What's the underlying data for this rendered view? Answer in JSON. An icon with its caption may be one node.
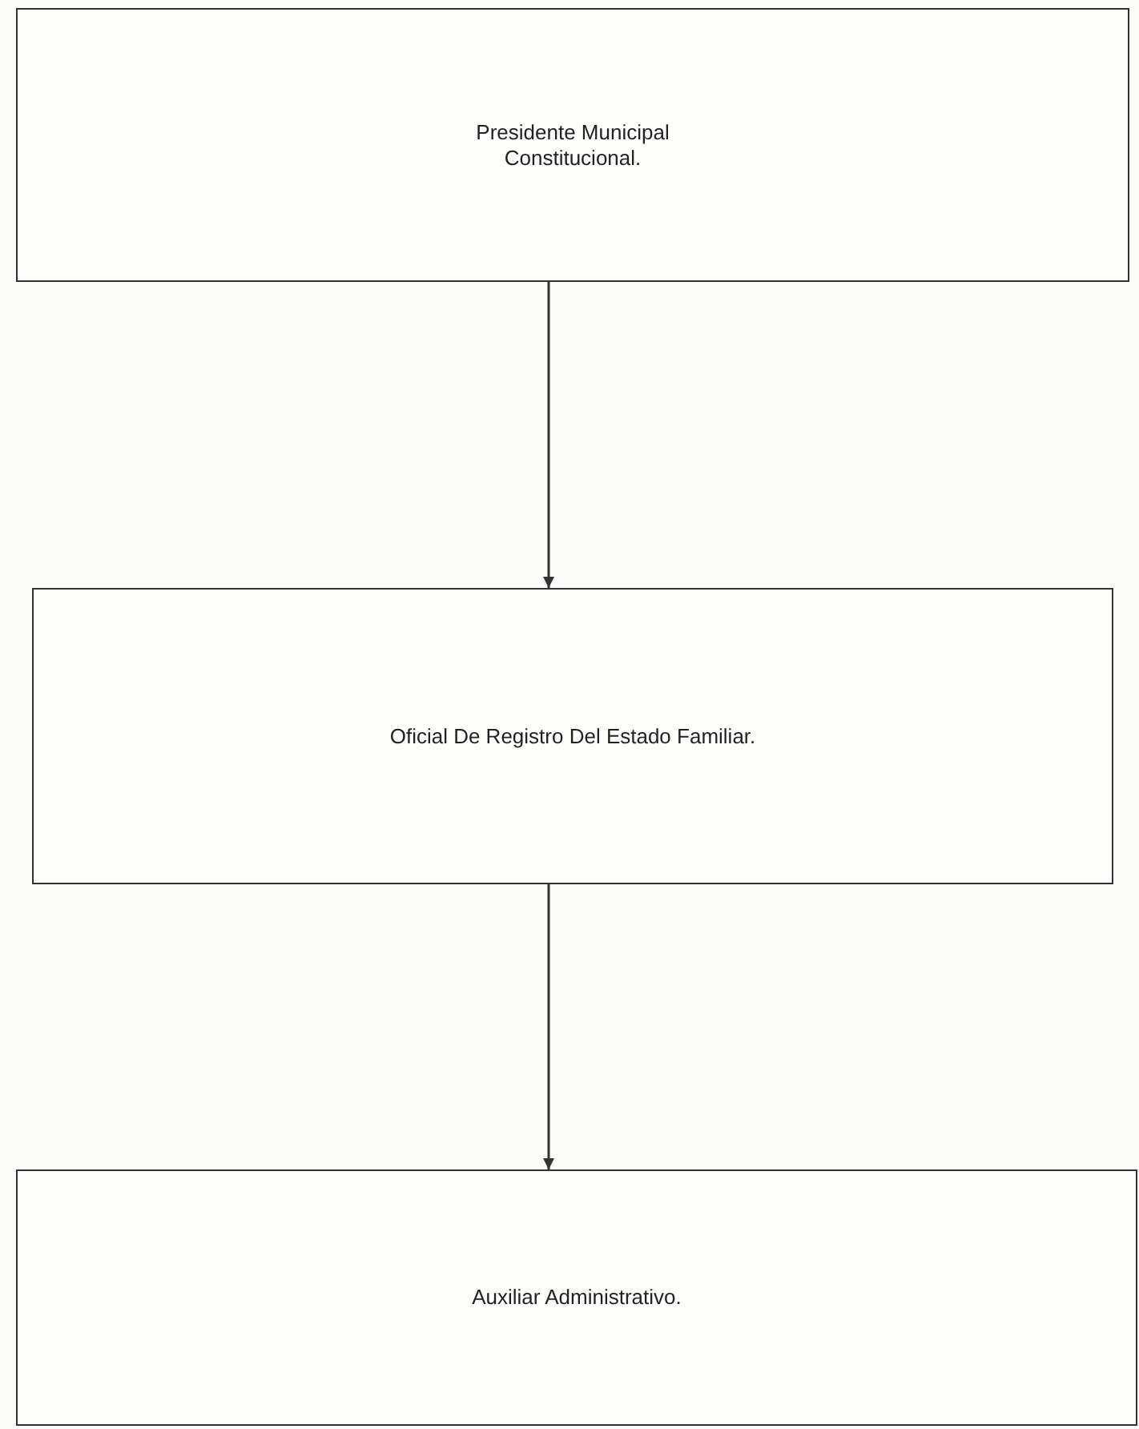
{
  "diagram": {
    "nodes": [
      {
        "text": [
          "Presidente Municipal Constitucional."
        ]
      },
      {
        "text": [
          "Oficial De Registro Del Estado Familiar."
        ]
      },
      {
        "text": [
          "Auxiliar Administrativo."
        ]
      }
    ],
    "edges": [
      {
        "from": 0,
        "to": 1,
        "arrow": "to"
      },
      {
        "from": 1,
        "to": 2,
        "arrow": "to"
      }
    ]
  }
}
